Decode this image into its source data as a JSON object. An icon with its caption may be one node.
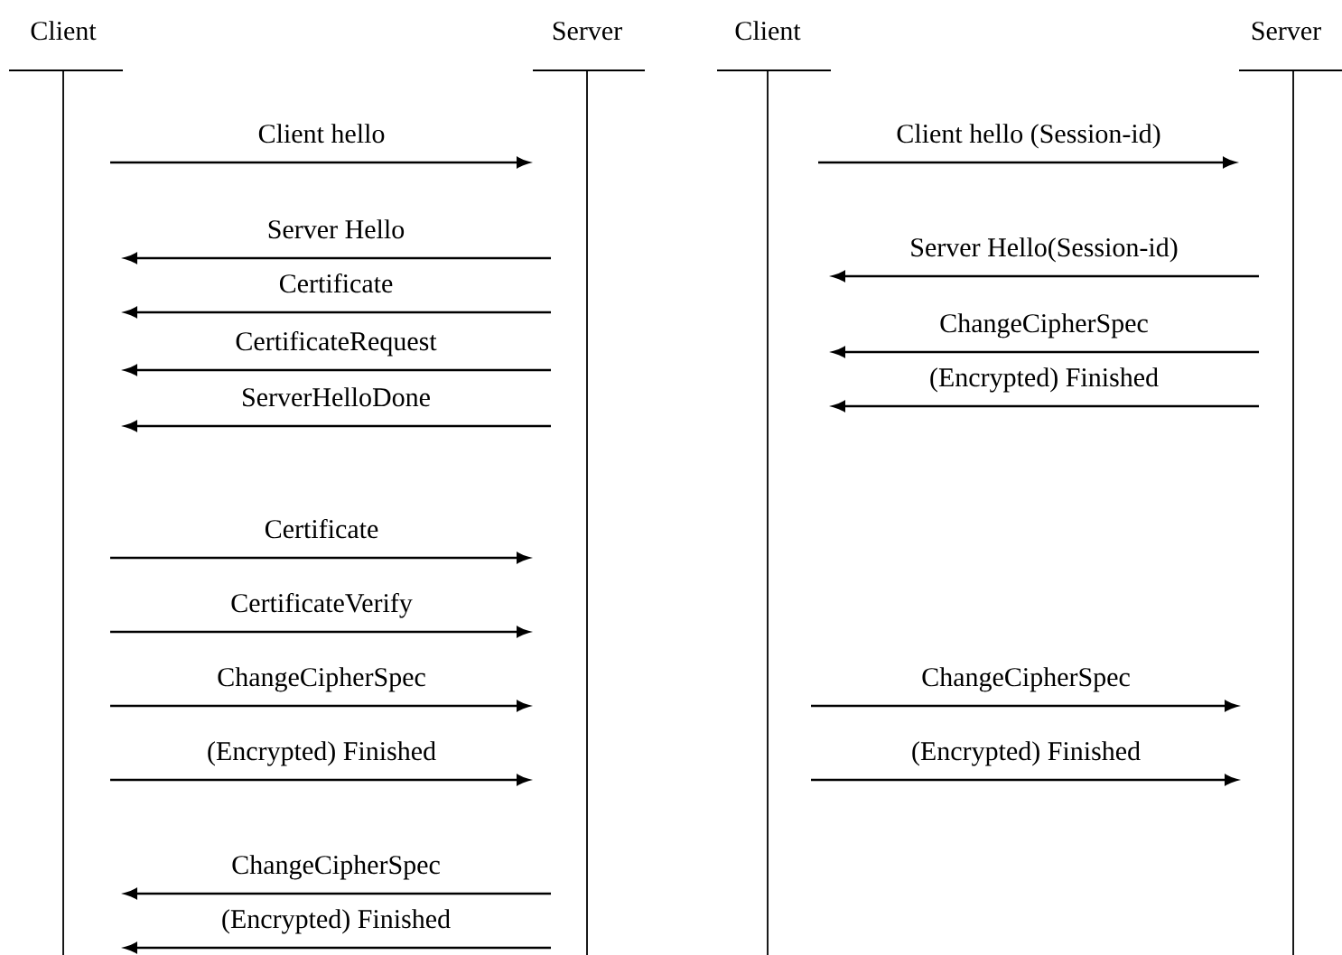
{
  "diagram": {
    "nodes": [
      {
        "text": [
          "Client"
        ]
      },
      {
        "text": [
          "Server"
        ]
      },
      {
        "text": [
          "Client"
        ]
      },
      {
        "text": [
          "Server"
        ]
      }
    ],
    "edges": [
      {
        "from": 0,
        "to": 1,
        "arrow": "to",
        "label": "Client hello"
      },
      {
        "from": 1,
        "to": 0,
        "arrow": "to",
        "label": "Server Hello"
      },
      {
        "from": 1,
        "to": 0,
        "arrow": "to",
        "label": "Certificate"
      },
      {
        "from": 1,
        "to": 0,
        "arrow": "to",
        "label": "CertificateRequest"
      },
      {
        "from": 1,
        "to": 0,
        "arrow": "to",
        "label": "ServerHelloDone"
      },
      {
        "from": 0,
        "to": 1,
        "arrow": "to",
        "label": "Certificate"
      },
      {
        "from": 0,
        "to": 1,
        "arrow": "to",
        "label": "CertificateVerify"
      },
      {
        "from": 0,
        "to": 1,
        "arrow": "to",
        "label": "ChangeCipherSpec"
      },
      {
        "from": 0,
        "to": 1,
        "arrow": "to",
        "label": "(Encrypted) Finished"
      },
      {
        "from": 1,
        "to": 0,
        "arrow": "to",
        "label": "ChangeCipherSpec"
      },
      {
        "from": 1,
        "to": 0,
        "arrow": "to",
        "label": "(Encrypted) Finished"
      },
      {
        "from": 2,
        "to": 3,
        "arrow": "to",
        "label": "Client hello (Session-id)"
      },
      {
        "from": 3,
        "to": 2,
        "arrow": "to",
        "label": "Server Hello(Session-id)"
      },
      {
        "from": 3,
        "to": 2,
        "arrow": "to",
        "label": "ChangeCipherSpec"
      },
      {
        "from": 3,
        "to": 2,
        "arrow": "to",
        "label": "(Encrypted) Finished"
      },
      {
        "from": 2,
        "to": 3,
        "arrow": "to",
        "label": "ChangeCipherSpec"
      },
      {
        "from": 2,
        "to": 3,
        "arrow": "to",
        "label": "(Encrypted) Finished"
      }
    ]
  }
}
